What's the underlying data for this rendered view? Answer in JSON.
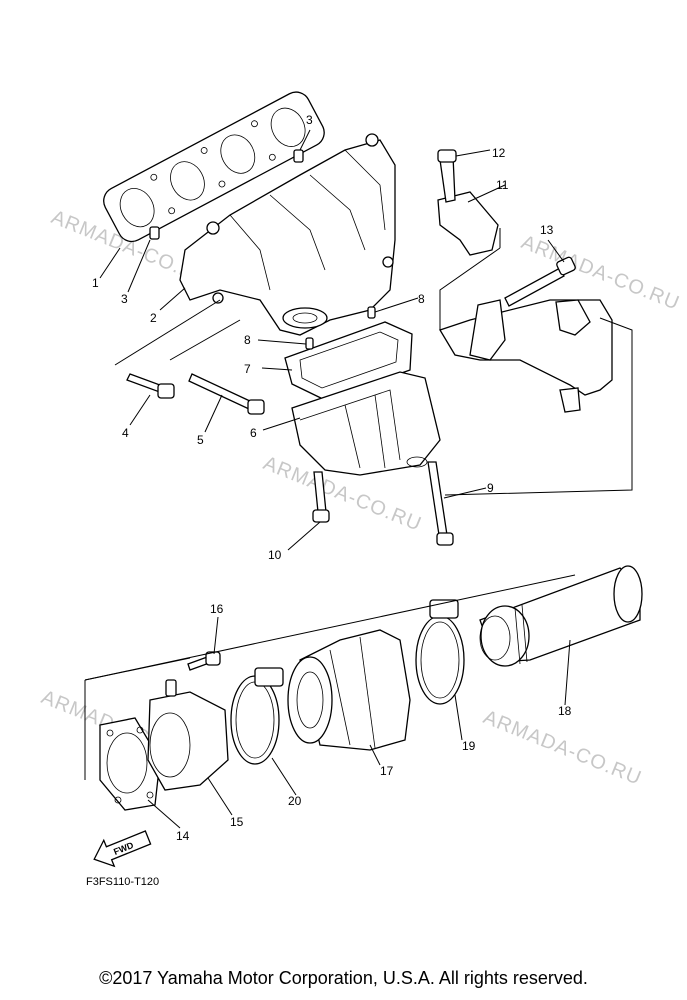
{
  "watermark": "ARMADA-CO.RU",
  "callouts": [
    "1",
    "2",
    "3",
    "3",
    "4",
    "5",
    "6",
    "7",
    "8",
    "8",
    "9",
    "10",
    "11",
    "12",
    "13",
    "14",
    "15",
    "16",
    "17",
    "18",
    "19",
    "20"
  ],
  "fwd_label": "FWD",
  "diagram_code": "F3FS110-T120",
  "copyright": "©2017 Yamaha Motor Corporation, U.S.A. All rights reserved."
}
